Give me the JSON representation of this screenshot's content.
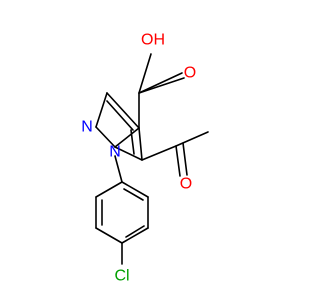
{
  "molecule": {
    "atoms": {
      "hydroxyl": "OH",
      "carbonyl_oxygen_acid": "O",
      "carbonyl_oxygen_acetyl": "O",
      "pyrazole_n2": "N",
      "pyrazole_n1": "N",
      "chlorine": "Cl"
    }
  },
  "colors": {
    "bond": "#000000",
    "oxygen": "#ff0000",
    "nitrogen": "#0000ff",
    "chlorine": "#00a000"
  }
}
